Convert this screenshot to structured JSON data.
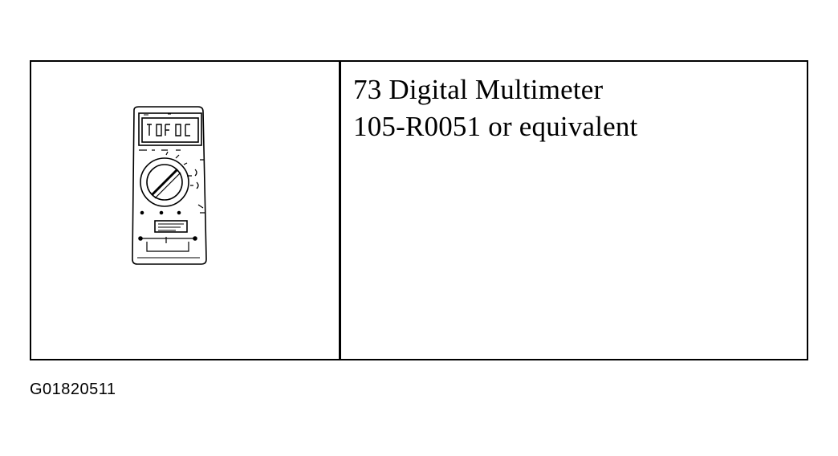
{
  "tool": {
    "name": "73 Digital Multimeter",
    "part_number": "105-R0051 or equivalent",
    "icon": "digital-multimeter-icon"
  },
  "figure_id": "G01820511"
}
